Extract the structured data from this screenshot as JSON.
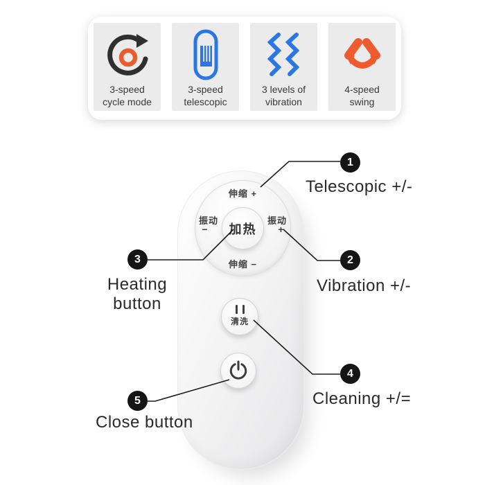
{
  "features": {
    "items": [
      {
        "icon": "cycle-mode-icon",
        "line1": "3-speed",
        "line2": "cycle mode"
      },
      {
        "icon": "telescopic-icon",
        "line1": "3-speed",
        "line2": "telescopic"
      },
      {
        "icon": "vibration-icon",
        "line1": "3 levels of",
        "line2": "vibration"
      },
      {
        "icon": "swing-icon",
        "line1": "4-speed",
        "line2": "swing"
      }
    ]
  },
  "remote": {
    "dial": {
      "top": "伸缩 +",
      "bottom": "伸缩 −",
      "left": "振动",
      "left_sign": "−",
      "right": "振动",
      "right_sign": "+",
      "center": "加热"
    },
    "clean_label": "清洗"
  },
  "callouts": {
    "c1": {
      "num": "1",
      "label": "Telescopic +/-"
    },
    "c2": {
      "num": "2",
      "label": "Vibration +/-"
    },
    "c3": {
      "num": "3",
      "label": "Heating button"
    },
    "c4": {
      "num": "4",
      "label": "Cleaning +/="
    },
    "c5": {
      "num": "5",
      "label": "Close button"
    }
  },
  "colors": {
    "accent_blue": "#2b76e5",
    "accent_orange": "#ee5b2e",
    "icon_dark": "#2f2f2f",
    "callout_black": "#151515"
  }
}
